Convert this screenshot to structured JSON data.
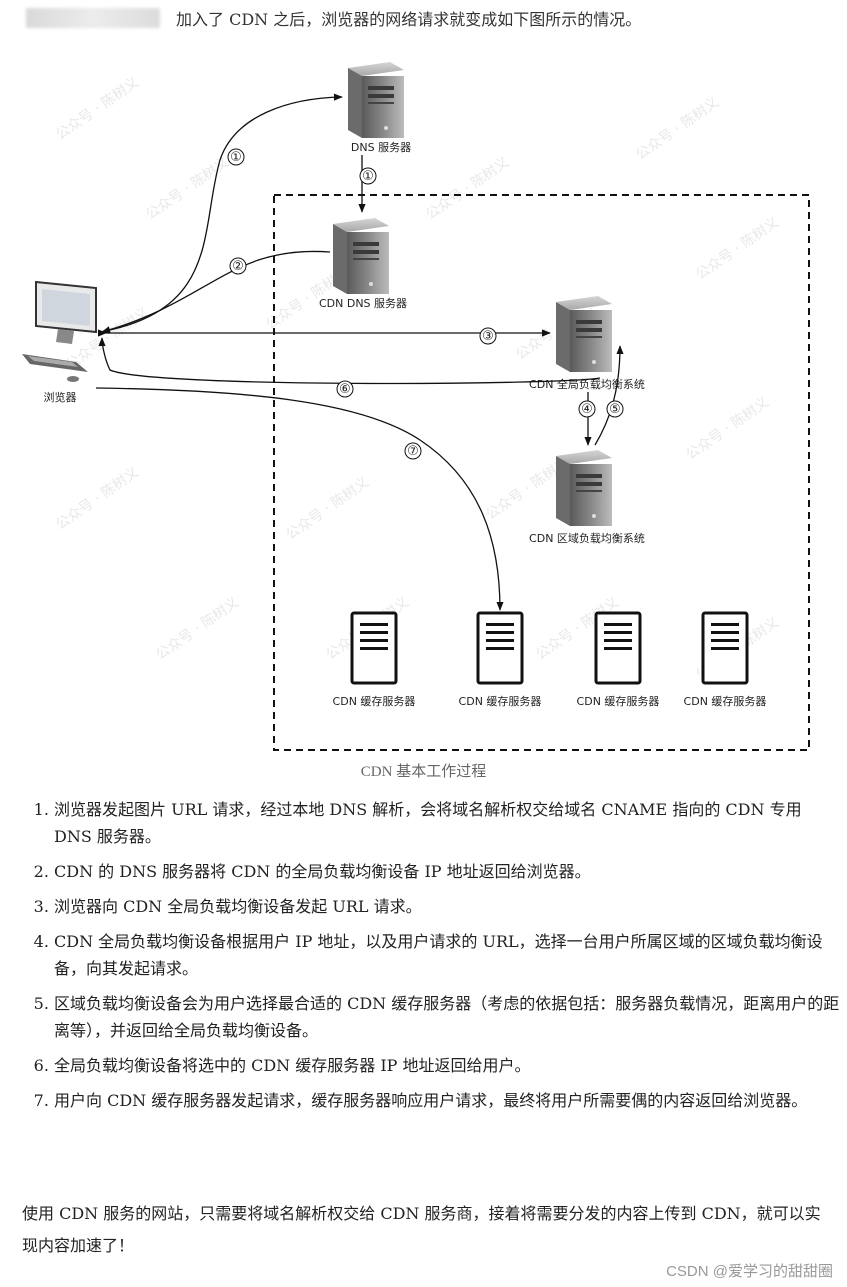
{
  "intro": {
    "text": "加入了 CDN 之后，浏览器的网络请求就变成如下图所示的情况。"
  },
  "diagram": {
    "nodes": {
      "dns_server": "DNS 服务器",
      "cdn_dns_server": "CDN DNS 服务器",
      "global_lb": "CDN 全局负载均衡系统",
      "regional_lb": "CDN 区域负载均衡系统",
      "browser": "浏览器",
      "cache_servers": [
        "CDN 缓存服务器",
        "CDN 缓存服务器",
        "CDN 缓存服务器",
        "CDN 缓存服务器"
      ]
    },
    "step_markers": [
      "①",
      "①",
      "②",
      "③",
      "④",
      "⑤",
      "⑥",
      "⑦"
    ],
    "watermark": "公众号 · 陈树义"
  },
  "caption": "CDN 基本工作过程",
  "steps": [
    "浏览器发起图片 URL 请求，经过本地 DNS 解析，会将域名解析权交给域名 CNAME 指向的 CDN 专用 DNS 服务器。",
    "CDN 的 DNS 服务器将 CDN 的全局负载均衡设备 IP 地址返回给浏览器。",
    "浏览器向 CDN 全局负载均衡设备发起 URL 请求。",
    "CDN 全局负载均衡设备根据用户 IP 地址，以及用户请求的 URL，选择一台用户所属区域的区域负载均衡设备，向其发起请求。",
    "区域负载均衡设备会为用户选择最合适的 CDN 缓存服务器（考虑的依据包括：服务器负载情况，距离用户的距离等），并返回给全局负载均衡设备。",
    "全局负载均衡设备将选中的 CDN 缓存服务器 IP 地址返回给用户。",
    "用户向 CDN 缓存服务器发起请求，缓存服务器响应用户请求，最终将用户所需要偶的内容返回给浏览器。"
  ],
  "conclusion": "使用 CDN 服务的网站，只需要将域名解析权交给 CDN 服务商，接着将需要分发的内容上传到 CDN，就可以实现内容加速了！",
  "source_watermark": "CSDN @爱学习的甜甜圈"
}
